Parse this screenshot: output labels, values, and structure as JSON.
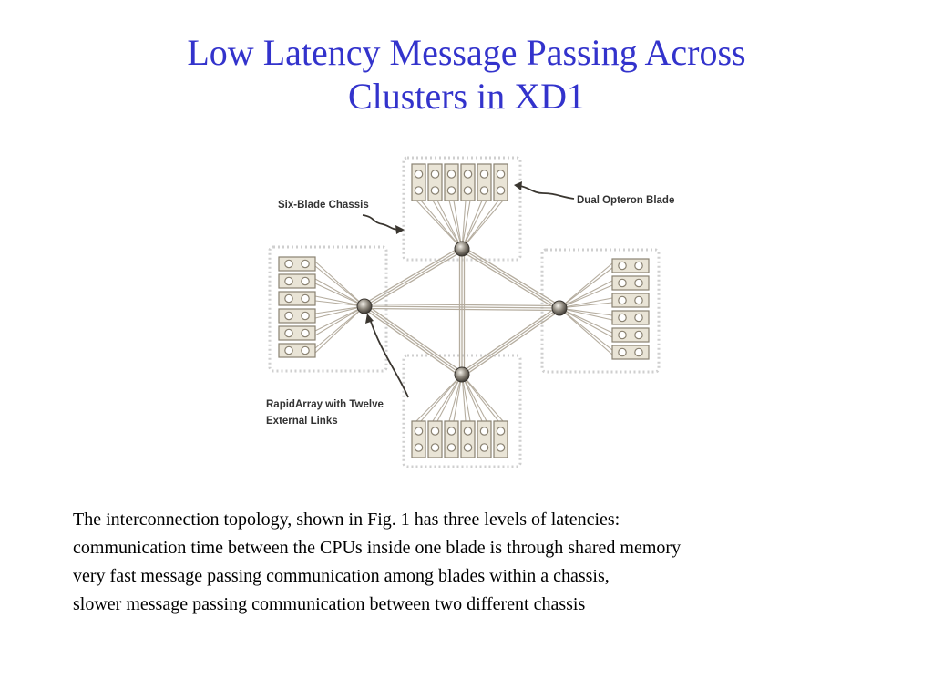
{
  "slide": {
    "title_line1": "Low Latency Message Passing Across",
    "title_line2": "Clusters in XD1"
  },
  "figure": {
    "labels": {
      "six_blade_chassis": "Six-Blade Chassis",
      "dual_opteron_blade": "Dual Opteron Blade",
      "rapidarray_line1": "RapidArray with Twelve",
      "rapidarray_line2": "External Links"
    },
    "colors": {
      "blade_fill": "#e9e4d6",
      "blade_stroke": "#8a8272",
      "link": "#b5ad9f",
      "chassis_border": "#cfcfcf",
      "switch": "#6e6a62"
    }
  },
  "body": {
    "lines": [
      "The interconnection topology, shown in Fig. 1 has three levels of latencies:",
      "communication time between the CPUs inside one blade is through shared memory",
      "very fast message passing communication among blades within a chassis,",
      "slower message passing communication between two different chassis"
    ]
  }
}
